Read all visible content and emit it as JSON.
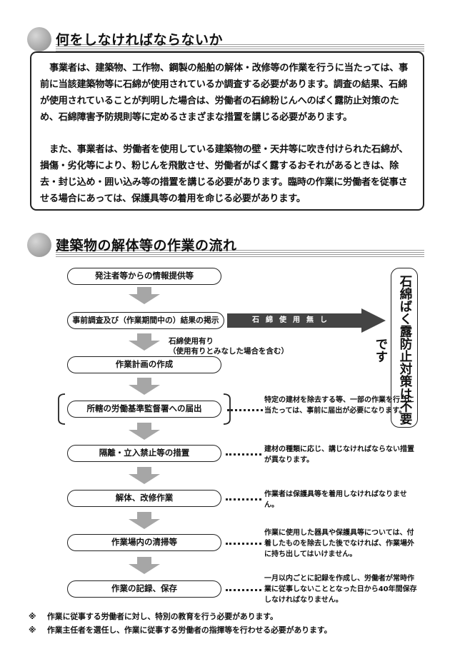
{
  "section1": {
    "title": "何をしなければならないか",
    "paragraphs": [
      "事業者は、建築物、工作物、鋼製の船舶の解体・改修等の作業を行うに当たっては、事前に当該建築物等に石綿が使用されているか調査する必要があります。調査の結果、石綿が使用されていることが判明した場合は、労働者の石綿粉じんへのばく露防止対策のため、石綿障害予防規則等に定めるさまざまな措置を講じる必要があります。",
      "また、事業者は、労働者を使用している建築物の壁・天井等に吹き付けられた石綿が、損傷・劣化等により、粉じんを飛散させ、労働者がばく露するおそれがあるときは、除去・封じ込め・囲い込み等の措置を講じる必要があります。臨時の作業に労働者を従事させる場合にあっては、保護具等の着用を命じる必要があります。"
    ]
  },
  "section2": {
    "title": "建築物の解体等の作業の流れ"
  },
  "flow": {
    "steps": [
      "発注者等からの情報提供等",
      "事前調査及び（作業期間中の）結果の掲示",
      "作業計画の作成",
      "所轄の労働基準監督署への届出",
      "隔離・立入禁止等の措置",
      "解体、改修作業",
      "作業場内の清掃等",
      "作業の記録、保存"
    ],
    "no_asbestos_label": "石綿使用無し",
    "no_measures_text": "石綿ばく露防止対策は不要です",
    "asbestos_used_label": "石綿使用有り",
    "asbestos_used_sub": "（使用有りとみなした場合を含む）",
    "notes": {
      "notification": "特定の建材を除去する等、一部の作業を行うに当たっては、事前に届出が必要になります。",
      "isolation": "建材の種類に応じ、講じなければならない措置が異なります。",
      "demolition": "作業者は保護具等を着用しなければなりません。",
      "cleaning": "作業に使用した器具や保護具等については、付着したものを除去した後でなければ、作業場外に持ち出してはいけません。",
      "records": "一月以内ごとに記録を作成し、労働者が常時作業に従事しないこととなった日から40年間保存しなければなりません。"
    }
  },
  "footnotes": [
    {
      "mark": "※",
      "text": "作業に従事する労働者に対し、特別の教育を行う必要があります。"
    },
    {
      "mark": "※",
      "text": "作業主任者を選任し、作業に従事する労働者の指揮等を行わせる必要があります。"
    }
  ],
  "colors": {
    "arrow_gray": "#a6a6a6",
    "dark_arrow": "#444444",
    "stripe": "#9a9a9a"
  }
}
